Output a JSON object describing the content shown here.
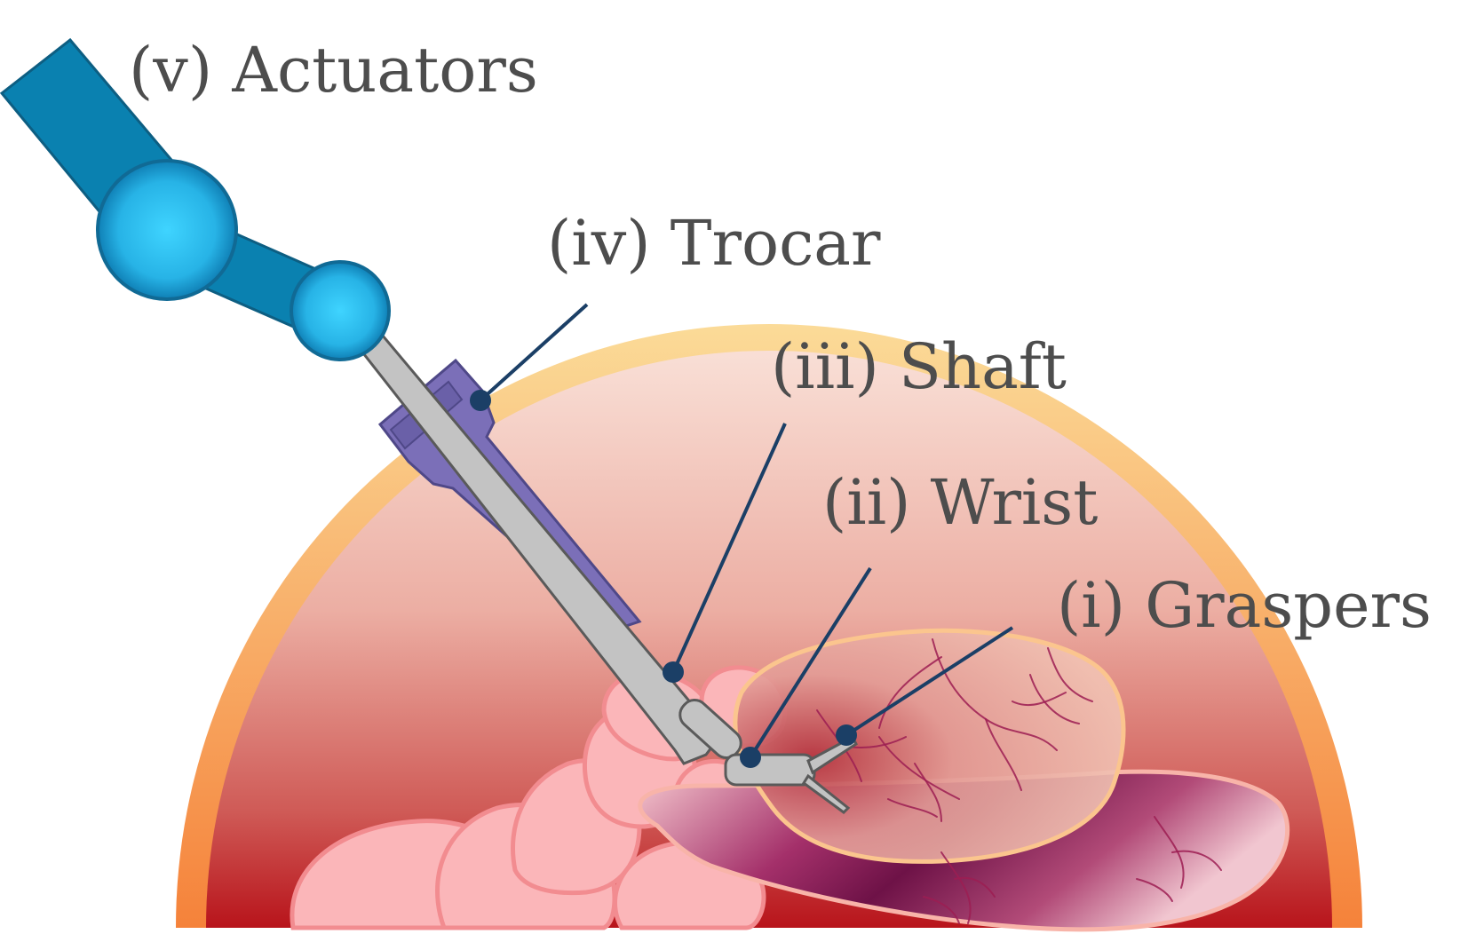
{
  "labels": {
    "actuators": "(v) Actuators",
    "trocar": "(iv) Trocar",
    "shaft": "(iii) Shaft",
    "wrist": "(ii) Wrist",
    "graspers": "(i) Graspers"
  },
  "colors": {
    "label_text": "#4d4d4d",
    "leader_line": "#1b3f66",
    "actuator_arm": "#0a81b0",
    "actuator_joint": "#38c9ff",
    "trocar": "#7b6fb8",
    "shaft": "#c2c2c2",
    "abdominal_wall": "#f7a04f",
    "cavity_top": "#f9dcd5",
    "cavity_bottom": "#b9141a",
    "intestine": "#fbb5b8",
    "liver": "#7a1a4a"
  }
}
